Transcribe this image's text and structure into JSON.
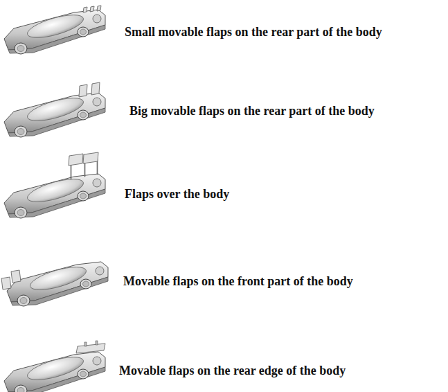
{
  "diagram": {
    "labels": [
      "Small movable flaps on the rear part of the body",
      "Big movable flaps on the rear part of the body",
      "Flaps over the body",
      "Movable flaps on the front part of the body",
      "Movable flaps on the rear edge of the body"
    ]
  }
}
